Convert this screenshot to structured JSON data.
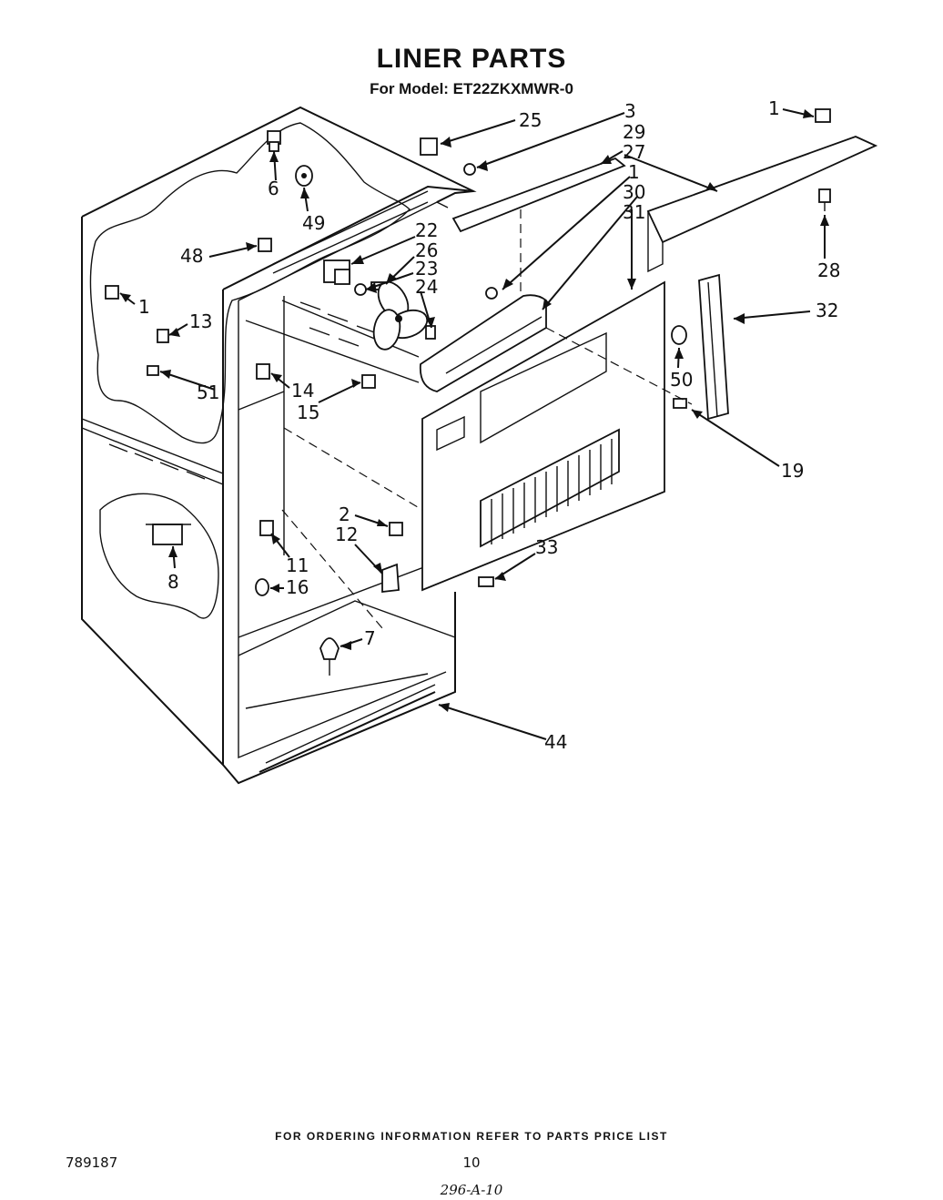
{
  "title": "LINER PARTS",
  "subtitle": "For Model: ET22ZKXMWR-0",
  "callouts": {
    "c1a": "1",
    "c1b": "1",
    "c1c": "1",
    "c2": "2",
    "c3": "3",
    "c6": "6",
    "c7": "7",
    "c8": "8",
    "c11": "11",
    "c12": "12",
    "c13": "13",
    "c14": "14",
    "c15": "15",
    "c16": "16",
    "c19": "19",
    "c22": "22",
    "c23": "23",
    "c24": "24",
    "c25": "25",
    "c26": "26",
    "c27": "27",
    "c28": "28",
    "c29": "29",
    "c30": "30",
    "c31": "31",
    "c32": "32",
    "c33": "33",
    "c44": "44",
    "c48": "48",
    "c49": "49",
    "c50": "50",
    "c51": "51"
  },
  "footer": "FOR ORDERING INFORMATION REFER TO PARTS PRICE LIST",
  "doc_number": "789187",
  "page_number": "10",
  "handwritten_ref": "296-A-10"
}
